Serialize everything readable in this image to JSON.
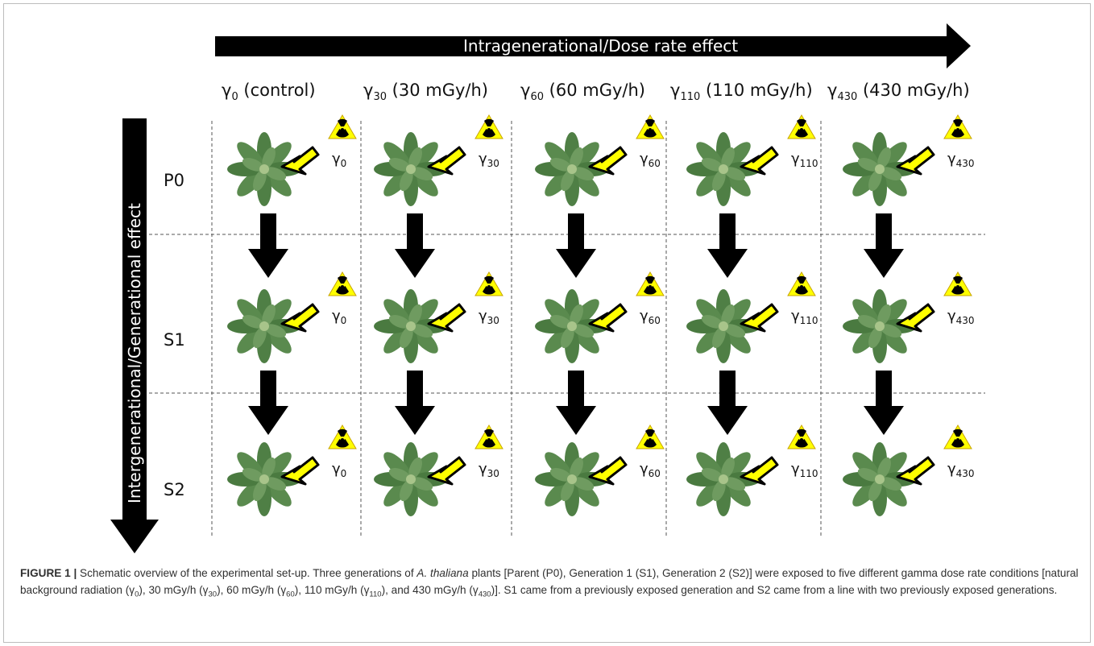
{
  "top_arrow_label": "Intragenerational/Dose rate effect",
  "left_arrow_label": "Intergenerational/Generational effect",
  "columns": [
    {
      "gamma": "γ",
      "sub": "0",
      "paren": "(control)"
    },
    {
      "gamma": "γ",
      "sub": "30",
      "paren": "(30 mGy/h)"
    },
    {
      "gamma": "γ",
      "sub": "60",
      "paren": "(60 mGy/h)"
    },
    {
      "gamma": "γ",
      "sub": "110",
      "paren": "(110 mGy/h)"
    },
    {
      "gamma": "γ",
      "sub": "430",
      "paren": "(430 mGy/h)"
    }
  ],
  "rows": [
    "P0",
    "S1",
    "S2"
  ],
  "caption": {
    "label": "FIGURE 1 |",
    "text1": " Schematic overview of the experimental set-up. Three generations of ",
    "species": "A. thaliana",
    "text2": " plants [Parent (P0), Generation 1 (S1), Generation 2 (S2)] were exposed to five different gamma dose rate conditions [natural background radiation (γ",
    "s0": "0",
    "text3": "), 30 mGy/h (γ",
    "s30": "30",
    "text4": "), 60 mGy/h (γ",
    "s60": "60",
    "text5": "), 110 mGy/h (γ",
    "s110": "110",
    "text6": "), and 430 mGy/h (γ",
    "s430": "430",
    "text7": ")]. S1 came from a previously exposed generation and S2 came from a line with two previously exposed generations."
  },
  "colors": {
    "arrow": "#000000",
    "pointer_arrow": "#ffff00",
    "hazard": "#ffff00",
    "leaf": "#4f7f45",
    "leaf_light": "#7fa66e",
    "divider": "#555555"
  },
  "icons": [
    "radiation-hazard-icon",
    "pointer-arrow-icon",
    "plant-rosette-icon",
    "down-arrow-icon"
  ]
}
